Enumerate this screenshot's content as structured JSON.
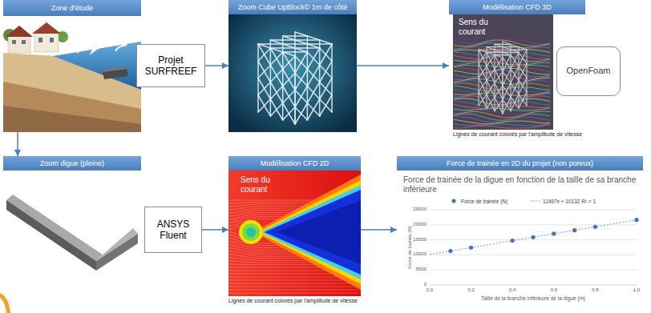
{
  "diagram": {
    "nodes": [
      {
        "text": [
          "Zone d'étude"
        ]
      },
      {
        "text": [
          "Projet SURFREEF"
        ]
      },
      {
        "text": [
          "Zoom Cube UpBlock© 1m de côté"
        ]
      },
      {
        "text": [
          "Modélisation CFD 3D"
        ]
      },
      {
        "text": [
          "OpenFoam"
        ]
      },
      {
        "text": [
          "Zoom digue (pleine)"
        ]
      },
      {
        "text": [
          "ANSYS Fluent"
        ]
      },
      {
        "text": [
          "Modélisation CFD 2D"
        ]
      },
      {
        "text": [
          "Force de trainée en 2D du projet (non poreux)"
        ]
      }
    ],
    "edges": [
      {
        "from": 1,
        "to": 2,
        "arrow": "to"
      },
      {
        "from": 2,
        "to": 3,
        "arrow": "to"
      },
      {
        "from": 0,
        "to": 5,
        "arrow": "to"
      },
      {
        "from": 6,
        "to": 7,
        "arrow": "to"
      },
      {
        "from": 7,
        "to": 8,
        "arrow": "to"
      }
    ],
    "labels": [
      "Sens du courant",
      "Lignes de courant colorés par l'amplitude de vitesse",
      "Sens du courant",
      "Lignes de courant colorés par l'amplitude de vitesse",
      "Force de trainée de la digue en fonction de la taille de sa branche inférieure",
      "25000",
      "20000",
      "15000",
      "10000",
      "5000",
      "0",
      "0.0",
      "0.2",
      "0.4",
      "0.6",
      "0.8",
      "1.0",
      "Force de trainée (N)",
      "Taille de la branche inférieure de la digue (m)"
    ],
    "legend": [
      {
        "text": "Force de trainée (N)"
      },
      {
        "text": "11497x + 10132 R² = 1"
      }
    ]
  }
}
